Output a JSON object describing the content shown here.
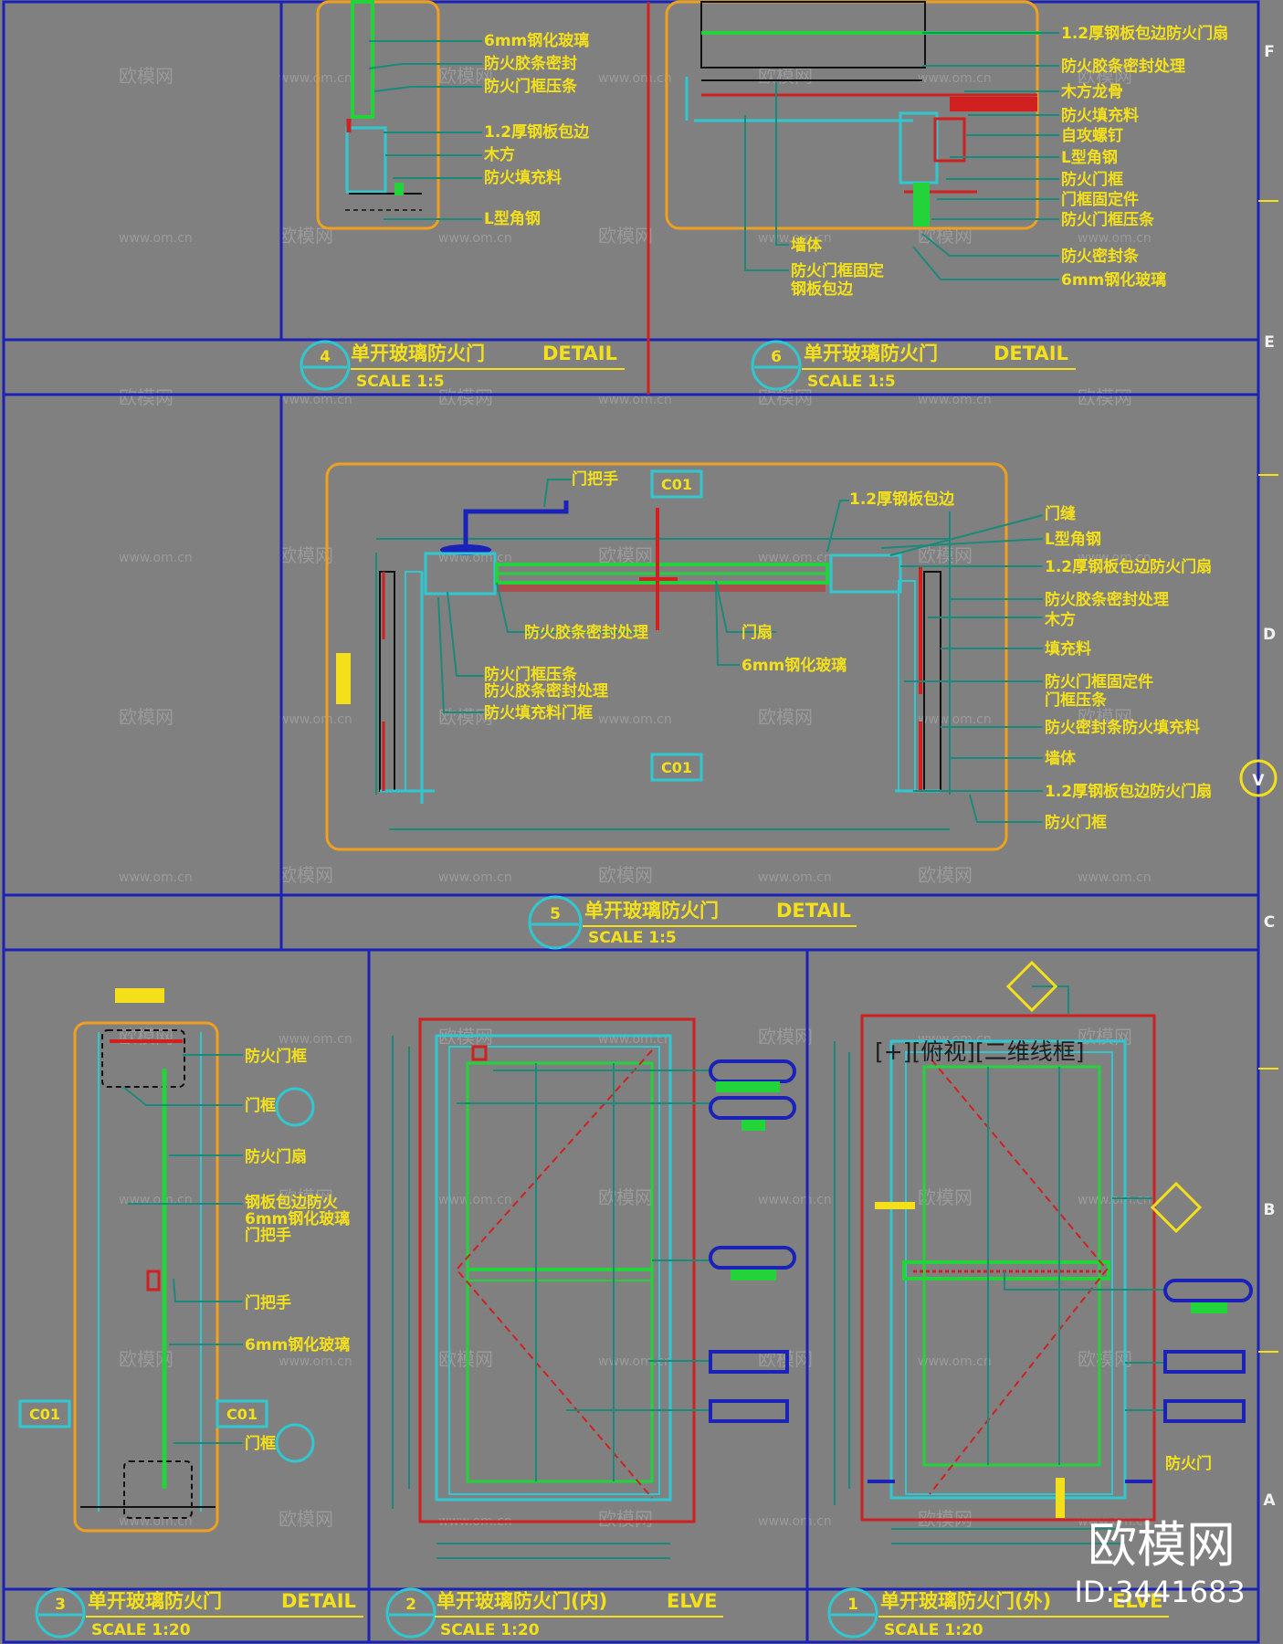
{
  "details": {
    "top_left": {
      "marker": "4",
      "title": "单开玻璃防火门",
      "kind": "DETAIL",
      "scale": "SCALE 1:5"
    },
    "top_right": {
      "marker": "6",
      "title": "单开玻璃防火门",
      "kind": "DETAIL",
      "scale": "SCALE 1:5"
    },
    "middle": {
      "marker": "5",
      "title": "单开玻璃防火门",
      "kind": "DETAIL",
      "scale": "SCALE 1:5"
    },
    "bottom_left": {
      "marker": "3",
      "title": "单开玻璃防火门",
      "kind": "DETAIL",
      "scale": "SCALE 1:20"
    },
    "bottom_mid": {
      "marker": "2",
      "title": "单开玻璃防火门(内)",
      "kind": "ELVE",
      "scale": "SCALE 1:20"
    },
    "bottom_right": {
      "marker": "1",
      "title": "单开玻璃防火门(外)",
      "kind": "ELVE",
      "scale": "SCALE 1:20"
    }
  },
  "grid_labels": [
    "F",
    "E",
    "D",
    "C",
    "B",
    "A"
  ],
  "section_marker": "V",
  "tags": {
    "mid_top": "C01",
    "mid_bottom": "C01",
    "bl_left": "C01",
    "bl_right": "C01"
  },
  "overlay_label": "[+][俯视][二维线框]",
  "watermark": {
    "brand": "欧模网",
    "site": "www.om.cn",
    "cn": "om.cn",
    "id": "ID:3441683"
  },
  "colors": {
    "bg": "#808080",
    "grid_blue": "#1a22b8",
    "yellow": "#f4e01a",
    "orange": "#f0a020",
    "green": "#22d43a",
    "cyan": "#30c8d0",
    "red": "#d02020",
    "teal": "#1a8a7a"
  }
}
